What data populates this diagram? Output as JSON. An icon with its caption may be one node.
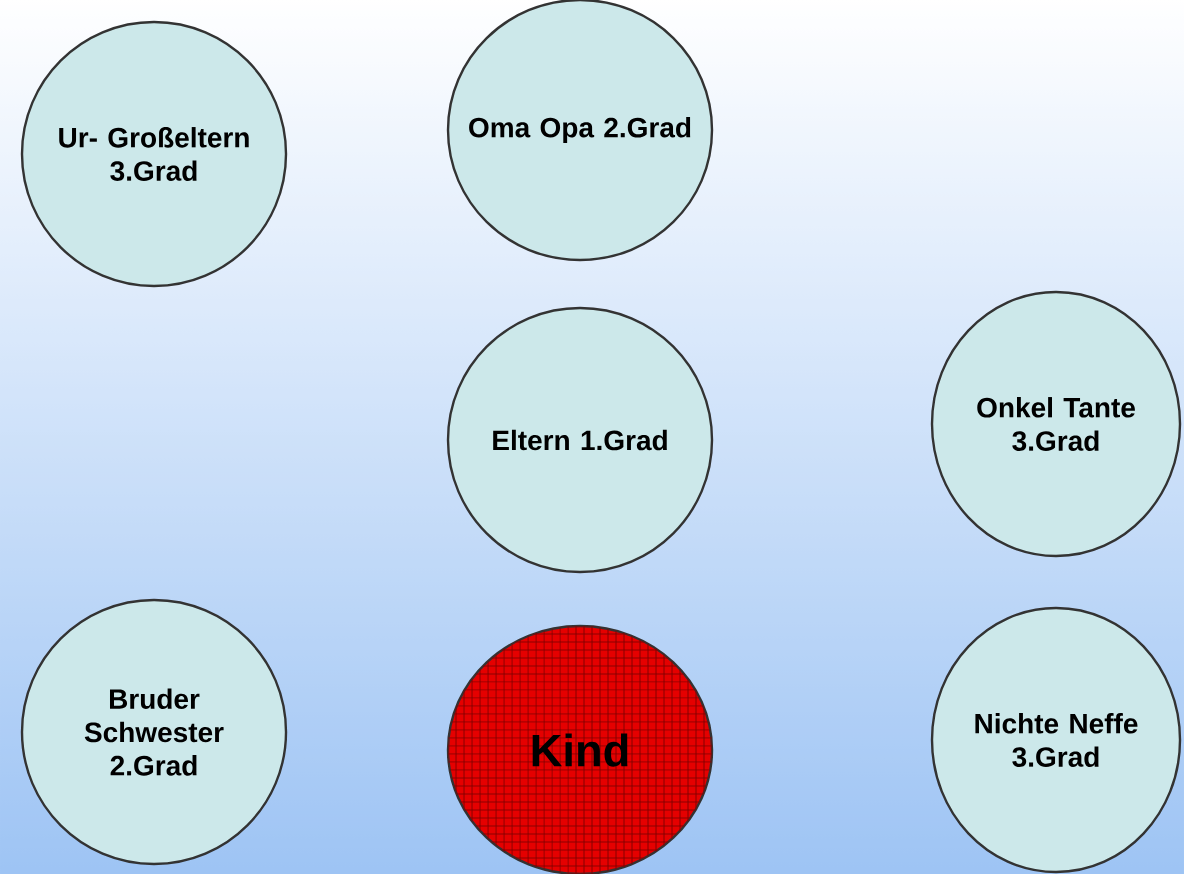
{
  "diagram": {
    "nodes": [
      {
        "text": [
          "Ur- Großeltern 3.Grad"
        ]
      },
      {
        "text": [
          "Oma Opa 2.Grad"
        ]
      },
      {
        "text": [
          "Eltern 1.Grad"
        ]
      },
      {
        "text": [
          "Onkel Tante 3.Grad"
        ]
      },
      {
        "text": [
          "Bruder Schwester 2.Grad"
        ]
      },
      {
        "text": [
          "Kind"
        ]
      },
      {
        "text": [
          "Nichte Neffe 3.Grad"
        ]
      }
    ]
  }
}
